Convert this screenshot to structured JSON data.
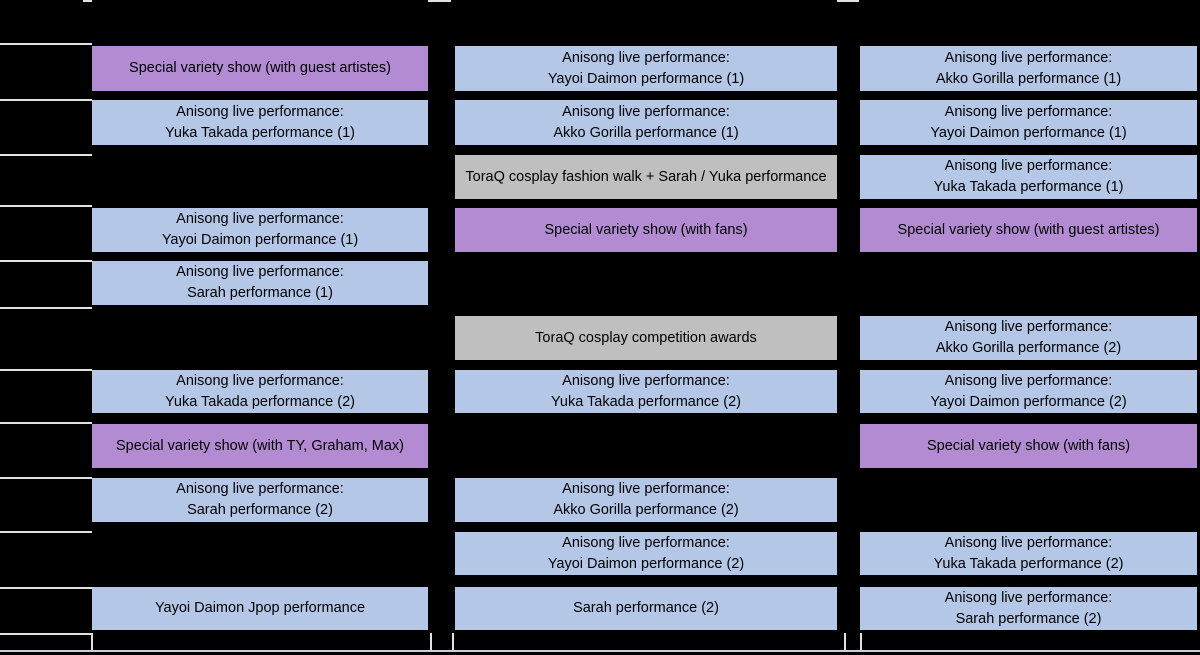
{
  "app": {
    "description": "Stage schedule grid",
    "row_count": 11,
    "column_count": 3
  },
  "colors": {
    "background": "#000000",
    "grid_line": "#e2e2e2",
    "anisong": "#b4c7e7",
    "special": "#b38bd2",
    "toraq": "#bfbfbf",
    "text": "#000000",
    "bottom_edge": "#c9cdd6"
  },
  "schedule": {
    "columns": [
      {
        "id": "stage-1",
        "events": [
          {
            "row": 1,
            "type": "special",
            "lines": [
              "Special variety show (with guest artistes)"
            ]
          },
          {
            "row": 2,
            "type": "anisong",
            "lines": [
              "Anisong live performance:",
              "Yuka Takada performance (1)"
            ]
          },
          {
            "row": 4,
            "type": "anisong",
            "lines": [
              "Anisong live performance:",
              "Yayoi Daimon performance (1)"
            ]
          },
          {
            "row": 5,
            "type": "anisong",
            "lines": [
              "Anisong live performance:",
              "Sarah performance (1)"
            ]
          },
          {
            "row": 7,
            "type": "anisong",
            "lines": [
              "Anisong live performance:",
              "Yuka Takada performance (2)"
            ]
          },
          {
            "row": 8,
            "type": "special",
            "lines": [
              "Special variety show (with TY, Graham, Max)"
            ]
          },
          {
            "row": 9,
            "type": "anisong",
            "lines": [
              "Anisong live performance:",
              "Sarah performance (2)"
            ]
          },
          {
            "row": 11,
            "type": "anisong",
            "lines": [
              "Yayoi Daimon Jpop performance"
            ]
          }
        ]
      },
      {
        "id": "stage-2",
        "events": [
          {
            "row": 1,
            "type": "anisong",
            "lines": [
              "Anisong live performance:",
              "Yayoi Daimon performance (1)"
            ]
          },
          {
            "row": 2,
            "type": "anisong",
            "lines": [
              "Anisong live performance:",
              "Akko Gorilla performance (1)"
            ]
          },
          {
            "row": 3,
            "type": "toraq",
            "lines": [
              "ToraQ cosplay fashion walk + Sarah / Yuka performance"
            ]
          },
          {
            "row": 4,
            "type": "special",
            "lines": [
              "Special variety show (with fans)"
            ]
          },
          {
            "row": 6,
            "type": "toraq",
            "lines": [
              "ToraQ cosplay competition awards"
            ]
          },
          {
            "row": 7,
            "type": "anisong",
            "lines": [
              "Anisong live performance:",
              "Yuka Takada performance (2)"
            ]
          },
          {
            "row": 9,
            "type": "anisong",
            "lines": [
              "Anisong live performance:",
              "Akko Gorilla performance (2)"
            ]
          },
          {
            "row": 10,
            "type": "anisong",
            "lines": [
              "Anisong live performance:",
              "Yayoi Daimon performance (2)"
            ]
          },
          {
            "row": 11,
            "type": "anisong",
            "lines": [
              "Sarah performance (2)"
            ]
          }
        ]
      },
      {
        "id": "stage-3",
        "events": [
          {
            "row": 1,
            "type": "anisong",
            "lines": [
              "Anisong live performance:",
              "Akko Gorilla performance (1)"
            ]
          },
          {
            "row": 2,
            "type": "anisong",
            "lines": [
              "Anisong live performance:",
              "Yayoi Daimon performance (1)"
            ]
          },
          {
            "row": 3,
            "type": "anisong",
            "lines": [
              "Anisong live performance:",
              "Yuka Takada performance (1)"
            ]
          },
          {
            "row": 4,
            "type": "special",
            "lines": [
              "Special variety show (with guest artistes)"
            ]
          },
          {
            "row": 6,
            "type": "anisong",
            "lines": [
              "Anisong live performance:",
              "Akko Gorilla performance (2)"
            ]
          },
          {
            "row": 7,
            "type": "anisong",
            "lines": [
              "Anisong live performance:",
              "Yayoi Daimon performance (2)"
            ]
          },
          {
            "row": 8,
            "type": "special",
            "lines": [
              "Special variety show (with fans)"
            ]
          },
          {
            "row": 10,
            "type": "anisong",
            "lines": [
              "Anisong live performance:",
              "Yuka Takada performance (2)"
            ]
          },
          {
            "row": 11,
            "type": "anisong",
            "lines": [
              "Anisong live performance:",
              "Sarah performance (2)"
            ]
          }
        ]
      }
    ]
  }
}
